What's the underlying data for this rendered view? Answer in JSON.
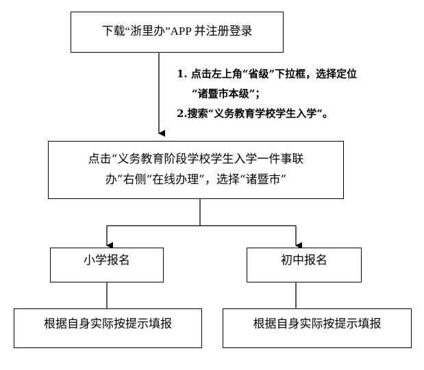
{
  "flowchart": {
    "step1": "下载“浙里办”APP 并注册登录",
    "notes": [
      "1. 点击左上角“省级”下拉框，选择定位",
      "“诸暨市本级”；",
      "2.搜索“义务教育学校学生入学”。"
    ],
    "step2": [
      "点击“义务教育阶段学校学生入学一件事联",
      "办”右侧“在线办理”，选择“诸暨市”"
    ],
    "branch_left": {
      "title": "小学报名",
      "action": "根据自身实际按提示填报"
    },
    "branch_right": {
      "title": "初中报名",
      "action": "根据自身实际按提示填报"
    }
  }
}
